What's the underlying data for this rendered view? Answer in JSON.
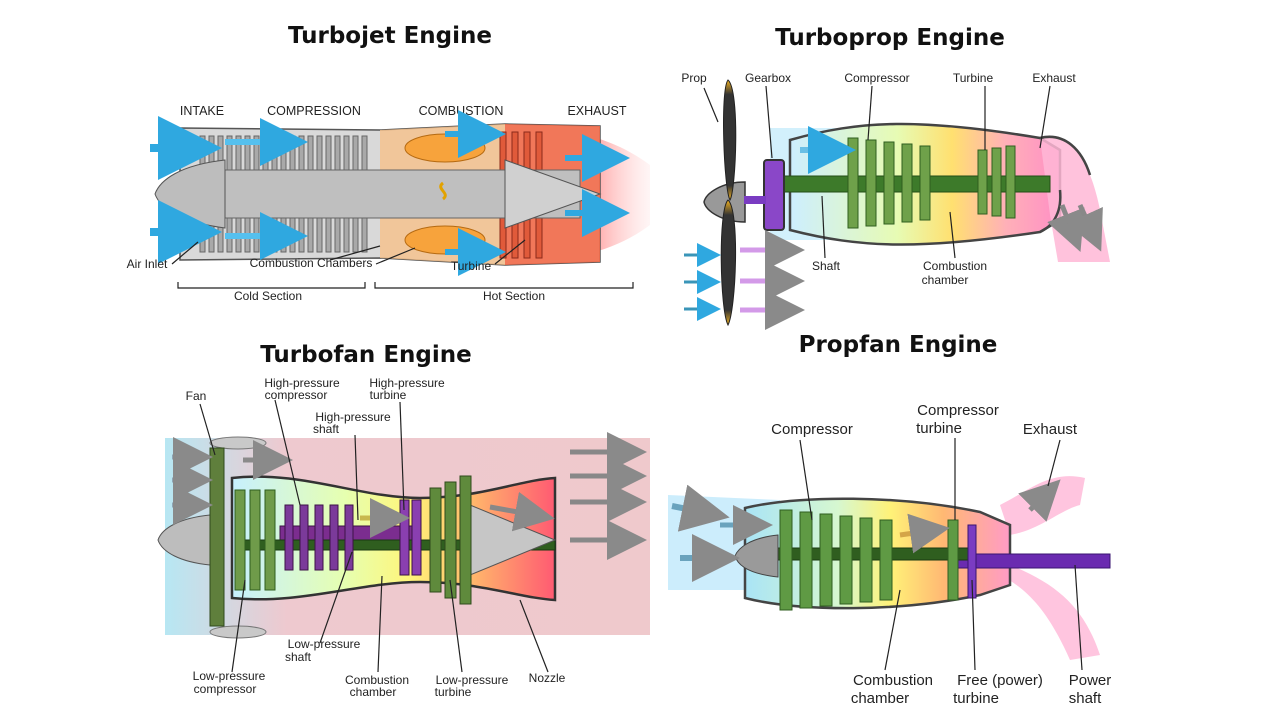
{
  "turbojet": {
    "title": "Turbojet Engine",
    "stages": [
      "INTAKE",
      "COMPRESSION",
      "COMBUSTION",
      "EXHAUST"
    ],
    "labels": {
      "air_inlet": "Air Inlet",
      "combustion_chambers": "Combustion Chambers",
      "turbine": "Turbine",
      "cold_section": "Cold Section",
      "hot_section": "Hot Section"
    }
  },
  "turboprop": {
    "title": "Turboprop Engine",
    "labels": {
      "prop": "Prop",
      "gearbox": "Gearbox",
      "compressor": "Compressor",
      "turbine": "Turbine",
      "exhaust": "Exhaust",
      "shaft": "Shaft",
      "combustion_chamber_1": "Combustion",
      "combustion_chamber_2": "chamber"
    }
  },
  "turbofan": {
    "title": "Turbofan Engine",
    "labels": {
      "fan": "Fan",
      "hp_compressor_1": "High-pressure",
      "hp_compressor_2": "compressor",
      "hp_turbine_1": "High-pressure",
      "hp_turbine_2": "turbine",
      "hp_shaft_1": "High-pressure",
      "hp_shaft_2": "shaft",
      "lp_compressor_1": "Low-pressure",
      "lp_compressor_2": "compressor",
      "lp_shaft_1": "Low-pressure",
      "lp_shaft_2": "shaft",
      "combustion_chamber_1": "Combustion",
      "combustion_chamber_2": "chamber",
      "lp_turbine_1": "Low-pressure",
      "lp_turbine_2": "turbine",
      "nozzle": "Nozzle"
    }
  },
  "propfan": {
    "title": "Propfan Engine",
    "labels": {
      "compressor": "Compressor",
      "compressor_turbine_1": "Compressor",
      "compressor_turbine_2": "turbine",
      "exhaust": "Exhaust",
      "combustion_chamber_1": "Combustion",
      "combustion_chamber_2": "chamber",
      "free_turbine_1": "Free (power)",
      "free_turbine_2": "turbine",
      "power_shaft_1": "Power",
      "power_shaft_2": "shaft"
    }
  }
}
